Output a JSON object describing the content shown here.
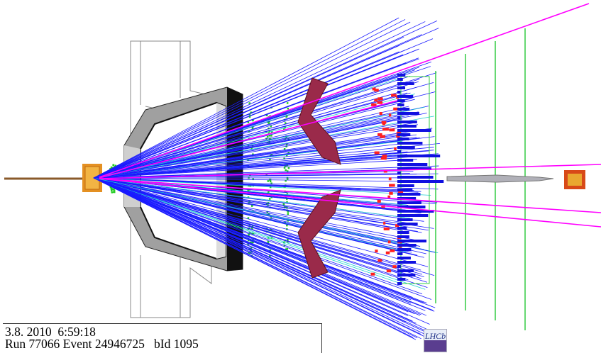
{
  "event_info": {
    "datetime": "3.8. 2010  6:59:18",
    "run_line": "Run 77066 Event 24946725   bId 1095"
  },
  "logo": {
    "text": "LHCb"
  },
  "colors": {
    "tracks": "#1a1aff",
    "long_tracks": "#ff00ff",
    "velo_hits": "#22cc22",
    "magnet": "#9a2a4a",
    "calorimeter": "#1010e0",
    "muon_hits": "#ff2020",
    "rich_frame": "#777777",
    "station": "#33cc44",
    "beam": "#8a5a2a",
    "cyan_tracks": "#22d0d0"
  }
}
